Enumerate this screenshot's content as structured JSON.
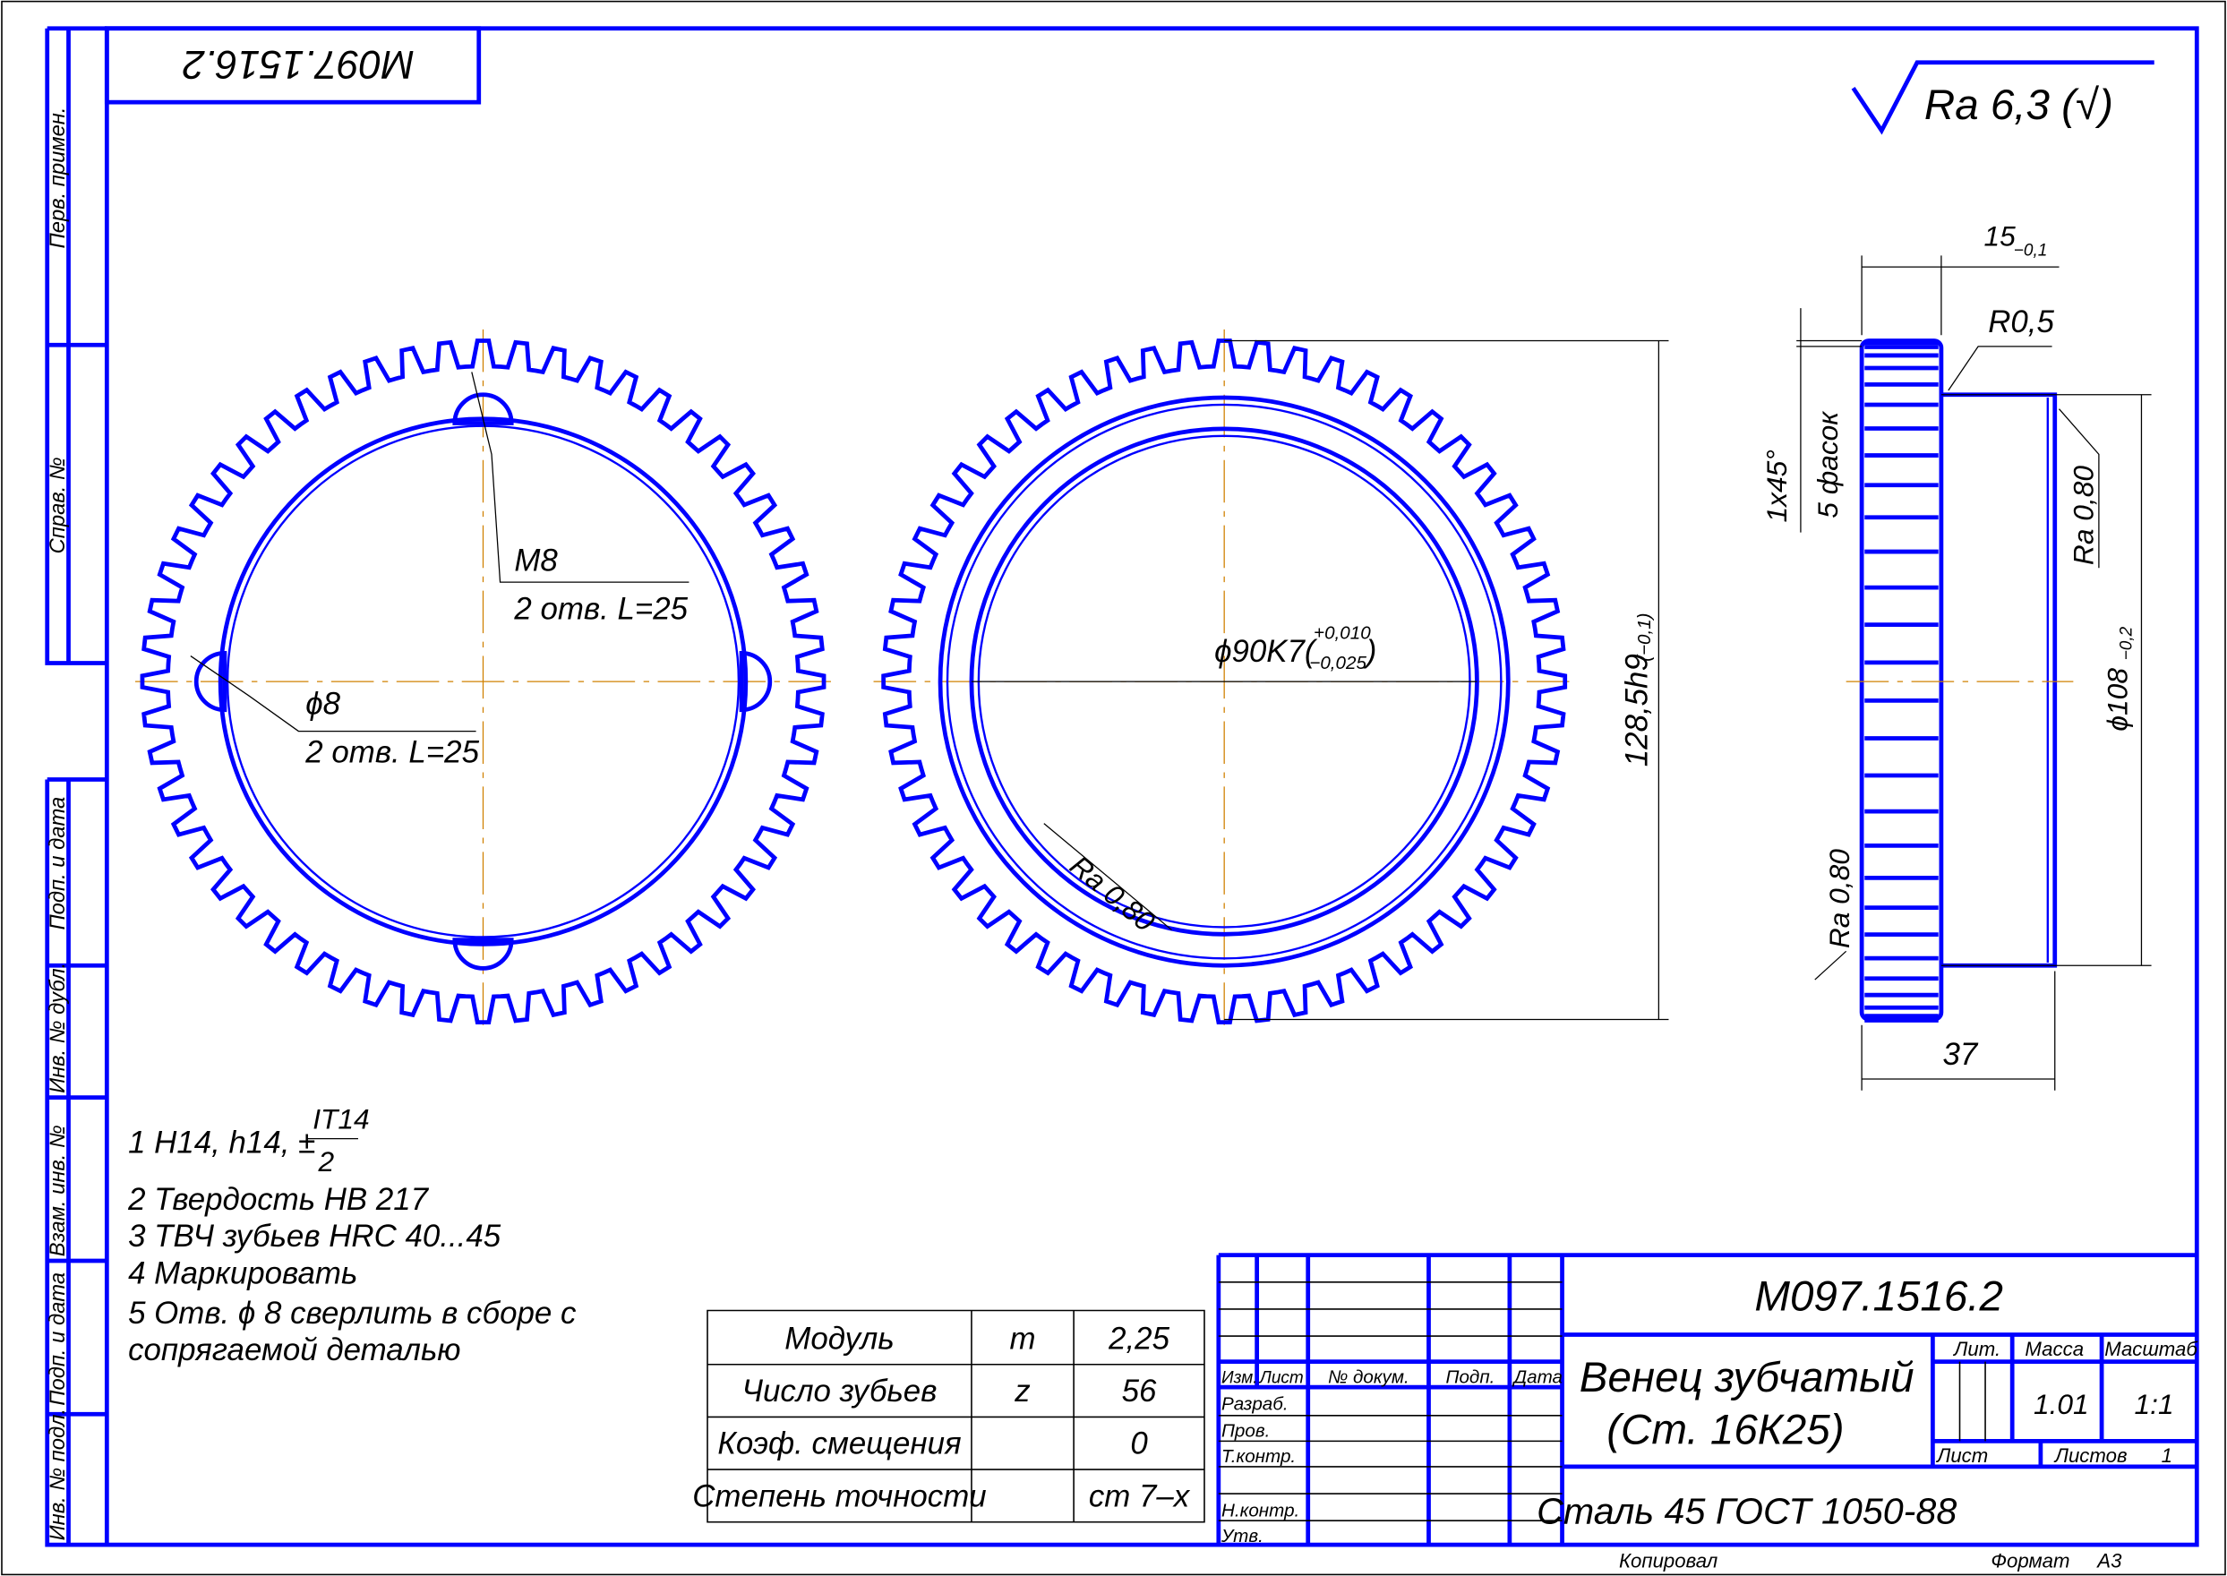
{
  "drawing_number": "М097.1516.2",
  "drawing_number_rotated": "М097.1516.2",
  "roughness_general": "Ra 6,3 (√)",
  "side_stamps": [
    "Перв. примен.",
    "Справ. №",
    "Подп. и дата",
    "Инв. № дубл.",
    "Взам. инв. №",
    "Подп. и дата",
    "Инв. № подл."
  ],
  "front_view": {
    "thread_label": "M8",
    "thread_note": "2 отв. L=25",
    "hole_label": "ϕ8",
    "hole_note": "2 отв. L=25"
  },
  "mid_view": {
    "bore_dim": "ϕ90K7(",
    "bore_tol_upper": "+0,010",
    "bore_tol_lower": "−0,025",
    "bore_close": ")",
    "outer_dim": "128,5h9",
    "outer_tol": "(−0,1)",
    "roughness": "Ra 0,80"
  },
  "side_view": {
    "width_dim": "15",
    "width_tol": "−0,1",
    "radius": "R0,5",
    "chamfer": "1x45°",
    "chamfer_count": "5 фасок",
    "roughness_right": "Ra 0,80",
    "roughness_left": "Ra 0,80",
    "diameter": "ϕ108",
    "diameter_tol": "−0,2",
    "length": "37"
  },
  "notes": {
    "n1_prefix": "1 H14, h14, ±",
    "n1_num": "IT14",
    "n1_den": "2",
    "n2": "2  Твердость НВ 217",
    "n3": "3  ТВЧ зубьев HRC 40...45",
    "n4": "4  Маркировать",
    "n5a": "5 Отв.   ϕ   8   сверлить   в   сборе   с",
    "n5b": "сопрягаемой деталью"
  },
  "gear_params": [
    {
      "name": "Модуль",
      "symbol": "m",
      "value": "2,25"
    },
    {
      "name": "Число зубьев",
      "symbol": "z",
      "value": "56"
    },
    {
      "name": "Коэф. смещения",
      "symbol": "",
      "value": "0"
    },
    {
      "name": "Степень точности",
      "symbol": "",
      "value": "ст 7–х"
    }
  ],
  "title_block": {
    "number": "М097.1516.2",
    "name_line1": "Венец зубчатый",
    "name_line2": "(Ст. 16К25)",
    "material": "Сталь 45  ГОСТ 1050-88",
    "hdr_izm": "Изм.",
    "hdr_list": "Лист",
    "hdr_doc": "№ докум.",
    "hdr_sign": "Подп.",
    "hdr_date": "Дата",
    "roles": [
      "Разраб.",
      "Пров.",
      "Т.контр.",
      "",
      "Н.контр.",
      "Утв."
    ],
    "lit": "Лит.",
    "mass_label": "Масса",
    "scale_label": "Масштаб",
    "mass": "1.01",
    "scale": "1:1",
    "sheet_label": "Лист",
    "sheets_label": "Листов",
    "sheets": "1",
    "copied": "Копировал",
    "format_label": "Формат",
    "format": "А3"
  }
}
